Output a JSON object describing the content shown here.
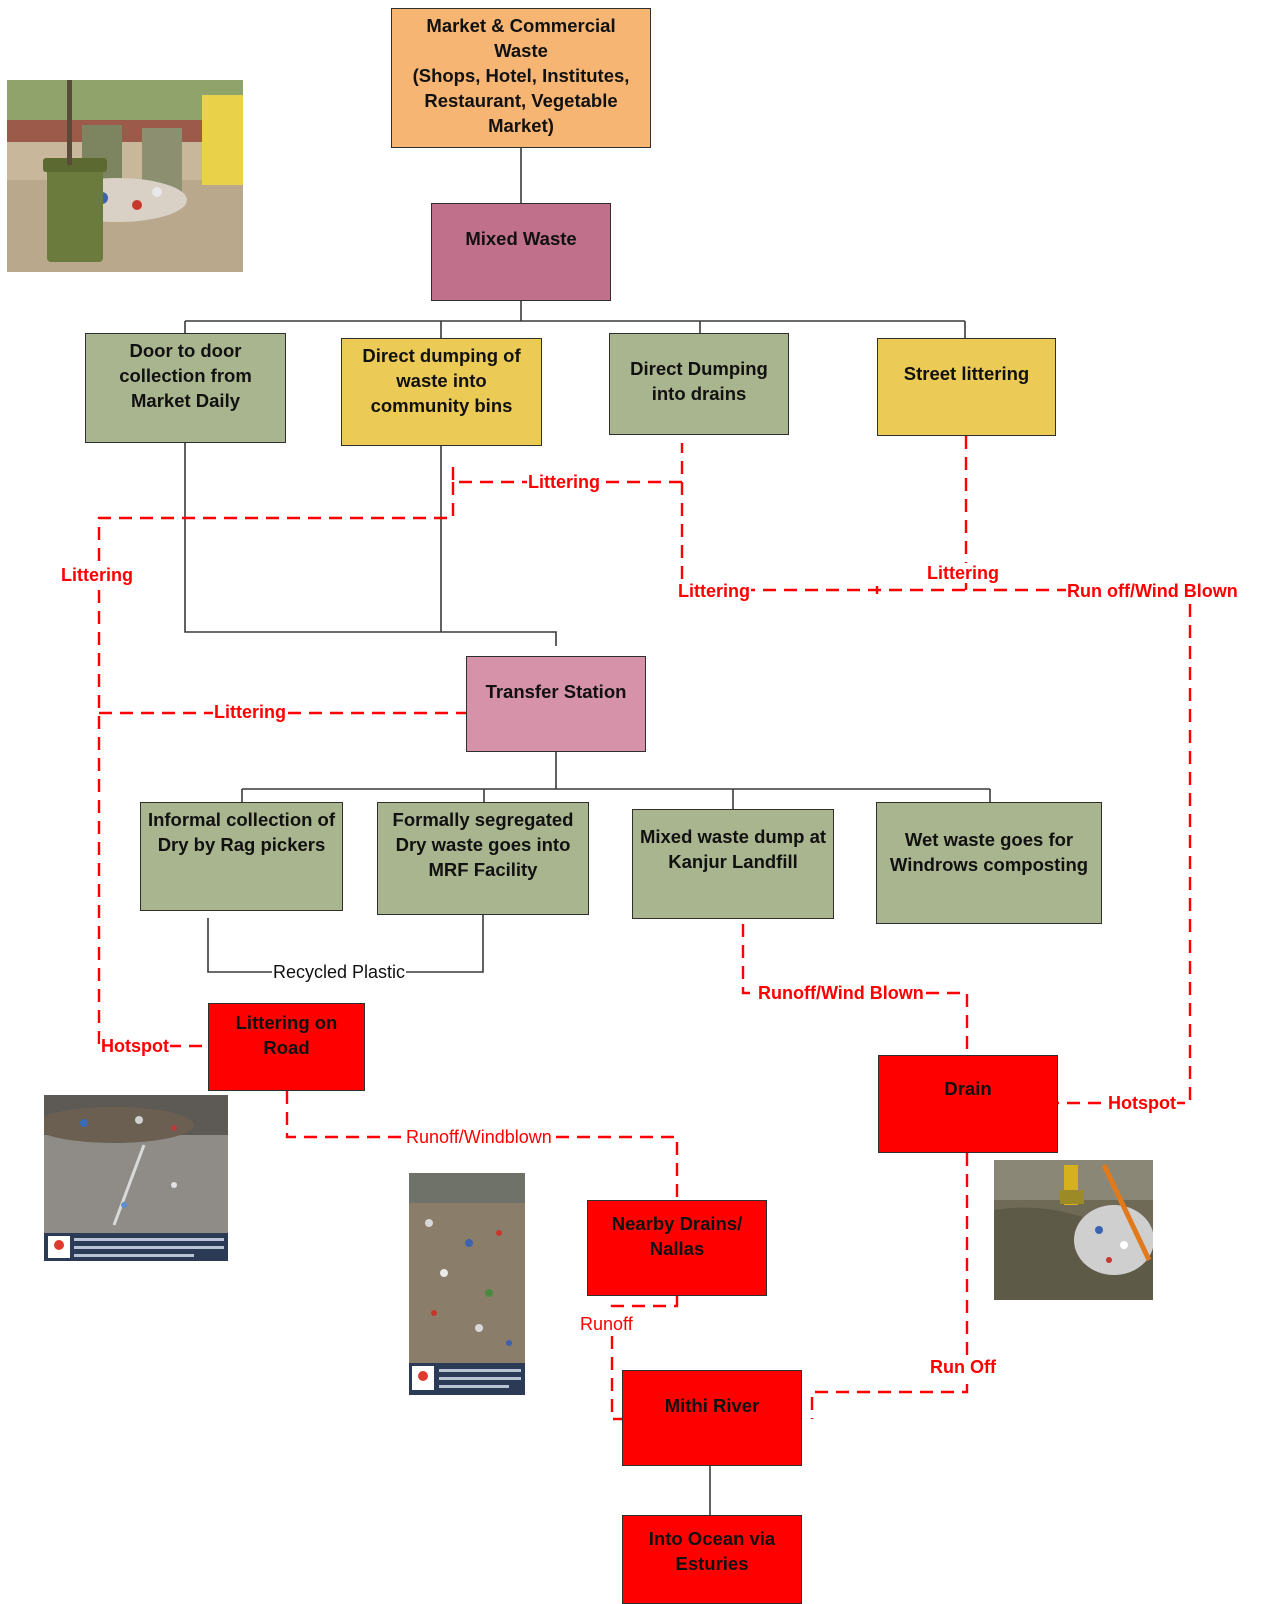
{
  "colors": {
    "orange": "#f7b574",
    "mauve": "#c0708b",
    "pink": "#d592a8",
    "sage": "#a9b58f",
    "yellow": "#ecca56",
    "red": "#ff0000",
    "dash": "#ff0000",
    "line": "#3a3a3a"
  },
  "nodes": {
    "source": "Market & Commercial Waste\n(Shops, Hotel, Institutes, Restaurant, Vegetable Market)",
    "mixed": "Mixed  Waste",
    "door": "Door to door collection from Market Daily",
    "community": "Direct dumping of waste into community bins",
    "drains_dump": "Direct Dumping into drains",
    "street": "Street littering",
    "transfer": "Transfer Station",
    "informal": "Informal collection of Dry  by Rag pickers",
    "mrf": "Formally segregated Dry waste goes into MRF Facility",
    "kanjur": "Mixed waste dump at Kanjur Landfill",
    "windrows": "Wet waste goes for Windrows composting",
    "road": "Littering on Road",
    "drain": "Drain",
    "nallas": "Nearby Drains/ Nallas",
    "mithi": "Mithi River",
    "ocean": "Into Ocean via Esturies"
  },
  "edge_labels": {
    "littering_top": "Littering",
    "littering_left": "Littering",
    "littering_drain": "Littering",
    "littering_street": "Littering",
    "runoff_wind_blown": "Run off/Wind Blown",
    "littering_transfer": "Littering",
    "recycled_plastic": "Recycled Plastic",
    "runoff_wind_blown_landfill": "Runoff/Wind Blown",
    "hotspot_left": "Hotspot",
    "hotspot_right": "Hotspot",
    "runoff_windblown": "Runoff/Windblown",
    "runoff": "Runoff",
    "run_off": "Run Off"
  },
  "photos": {
    "bins": "photo-bins",
    "road": "photo-road",
    "pile": "photo-pile",
    "drain": "photo-drain"
  }
}
